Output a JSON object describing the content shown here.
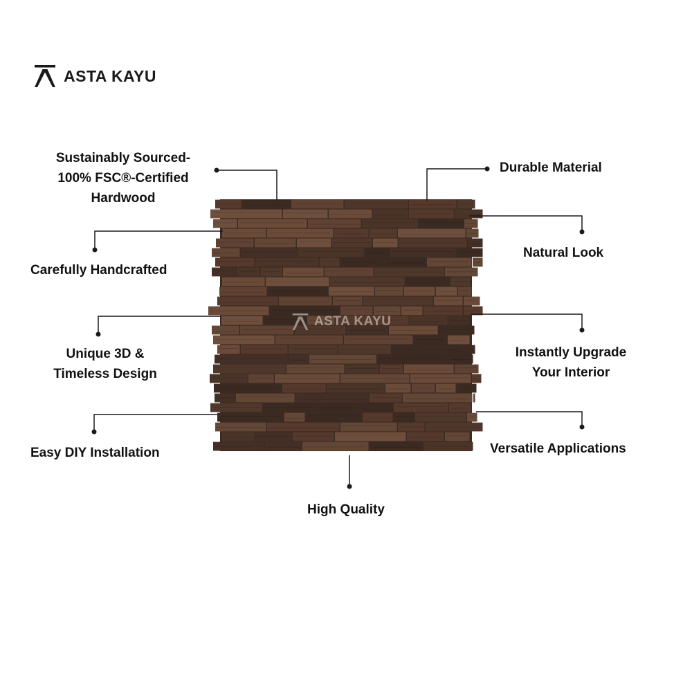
{
  "brand": {
    "name": "ASTA KAYU",
    "watermark": "ASTA KAYU"
  },
  "features": {
    "sustainable": [
      "Sustainably Sourced-",
      "100% FSC®-Certified",
      "Hardwood"
    ],
    "handcrafted": "Carefully Handcrafted",
    "design": [
      "Unique 3D &",
      "Timeless Design"
    ],
    "installation": "Easy DIY Installation",
    "quality": "High Quality",
    "durable": "Durable Material",
    "natural": "Natural Look",
    "upgrade": [
      "Instantly Upgrade",
      "Your Interior"
    ],
    "versatile": "Versatile Applications"
  },
  "colors": {
    "text": "#111111",
    "line": "#1a1a1a",
    "wood_dark": "#3b2a22",
    "wood_mid": "#5a3f31",
    "wood_light": "#6e4f3e",
    "background": "#ffffff"
  }
}
